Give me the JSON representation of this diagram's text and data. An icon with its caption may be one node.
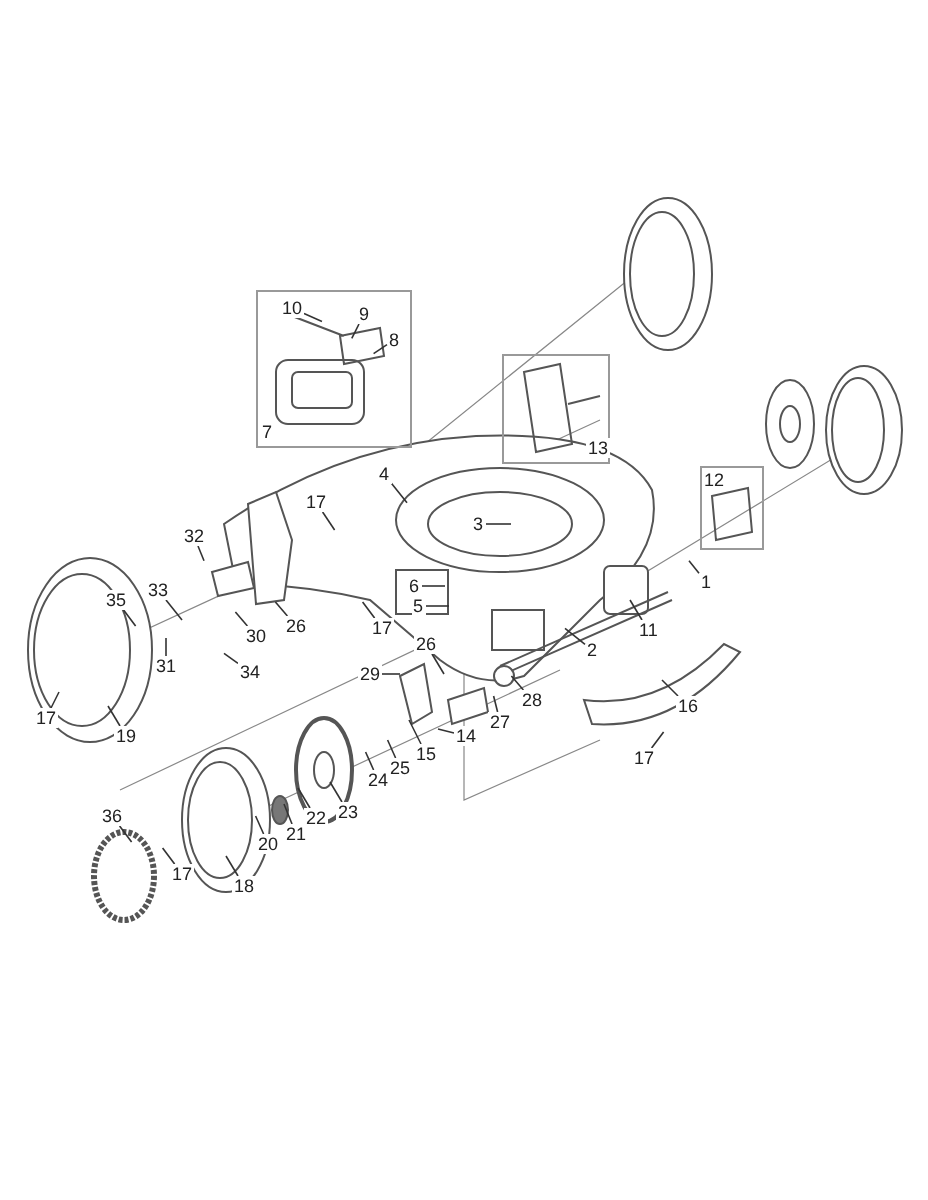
{
  "diagram": {
    "nodes": [
      {
        "text": [
          "7"
        ]
      },
      {
        "text": [
          "10"
        ],
        "in": 0
      },
      {
        "text": [
          "9"
        ],
        "in": 0
      },
      {
        "text": [
          "8"
        ],
        "in": 0
      },
      {
        "text": [
          "13"
        ]
      },
      {
        "text": [
          "12"
        ]
      },
      {
        "text": [
          "4"
        ]
      },
      {
        "text": [
          "17"
        ]
      },
      {
        "text": [
          "3"
        ]
      },
      {
        "text": [
          "32"
        ]
      },
      {
        "text": [
          "1"
        ]
      },
      {
        "text": [
          "6"
        ]
      },
      {
        "text": [
          "33"
        ]
      },
      {
        "text": [
          "35"
        ]
      },
      {
        "text": [
          "5"
        ]
      },
      {
        "text": [
          "26"
        ]
      },
      {
        "text": [
          "17"
        ]
      },
      {
        "text": [
          "11"
        ]
      },
      {
        "text": [
          "30"
        ]
      },
      {
        "text": [
          "26"
        ]
      },
      {
        "text": [
          "2"
        ]
      },
      {
        "text": [
          "31"
        ]
      },
      {
        "text": [
          "34"
        ]
      },
      {
        "text": [
          "29"
        ]
      },
      {
        "text": [
          "28"
        ]
      },
      {
        "text": [
          "16"
        ]
      },
      {
        "text": [
          "27"
        ]
      },
      {
        "text": [
          "17"
        ]
      },
      {
        "text": [
          "14"
        ]
      },
      {
        "text": [
          "19"
        ]
      },
      {
        "text": [
          "15"
        ]
      },
      {
        "text": [
          "17"
        ]
      },
      {
        "text": [
          "25"
        ]
      },
      {
        "text": [
          "24"
        ]
      },
      {
        "text": [
          "23"
        ]
      },
      {
        "text": [
          "36"
        ]
      },
      {
        "text": [
          "22"
        ]
      },
      {
        "text": [
          "21"
        ]
      },
      {
        "text": [
          "20"
        ]
      },
      {
        "text": [
          "17"
        ]
      },
      {
        "text": [
          "18"
        ]
      }
    ],
    "edges": [
      {
        "from": 1,
        "to": null,
        "arrow": "none"
      },
      {
        "from": 2,
        "to": null,
        "arrow": "none"
      },
      {
        "from": 3,
        "to": null,
        "arrow": "none"
      },
      {
        "from": 6,
        "to": null,
        "arrow": "none"
      },
      {
        "from": 7,
        "to": null,
        "arrow": "none"
      },
      {
        "from": 8,
        "to": null,
        "arrow": "none"
      },
      {
        "from": 9,
        "to": null,
        "arrow": "none"
      },
      {
        "from": 10,
        "to": null,
        "arrow": "none"
      },
      {
        "from": 11,
        "to": null,
        "arrow": "none"
      },
      {
        "from": 12,
        "to": null,
        "arrow": "none"
      },
      {
        "from": 13,
        "to": null,
        "arrow": "none"
      },
      {
        "from": 14,
        "to": null,
        "arrow": "none"
      },
      {
        "from": 15,
        "to": null,
        "arrow": "none"
      },
      {
        "from": 16,
        "to": null,
        "arrow": "none"
      },
      {
        "from": 17,
        "to": null,
        "arrow": "none"
      },
      {
        "from": 18,
        "to": null,
        "arrow": "none"
      },
      {
        "from": 19,
        "to": null,
        "arrow": "none"
      },
      {
        "from": 20,
        "to": null,
        "arrow": "none"
      },
      {
        "from": 21,
        "to": null,
        "arrow": "none"
      },
      {
        "from": 22,
        "to": null,
        "arrow": "none"
      },
      {
        "from": 23,
        "to": null,
        "arrow": "none"
      },
      {
        "from": 24,
        "to": null,
        "arrow": "none"
      },
      {
        "from": 25,
        "to": null,
        "arrow": "none"
      },
      {
        "from": 26,
        "to": null,
        "arrow": "none"
      },
      {
        "from": 27,
        "to": null,
        "arrow": "none"
      },
      {
        "from": 28,
        "to": null,
        "arrow": "none"
      },
      {
        "from": 29,
        "to": null,
        "arrow": "none"
      },
      {
        "from": 30,
        "to": null,
        "arrow": "none"
      },
      {
        "from": 31,
        "to": null,
        "arrow": "none"
      },
      {
        "from": 32,
        "to": null,
        "arrow": "none"
      },
      {
        "from": 33,
        "to": null,
        "arrow": "none"
      },
      {
        "from": 34,
        "to": null,
        "arrow": "none"
      },
      {
        "from": 35,
        "to": null,
        "arrow": "none"
      },
      {
        "from": 36,
        "to": null,
        "arrow": "none"
      },
      {
        "from": 37,
        "to": null,
        "arrow": "none"
      },
      {
        "from": 38,
        "to": null,
        "arrow": "none"
      },
      {
        "from": 39,
        "to": null,
        "arrow": "none"
      },
      {
        "from": 40,
        "to": null,
        "arrow": "none"
      }
    ]
  }
}
